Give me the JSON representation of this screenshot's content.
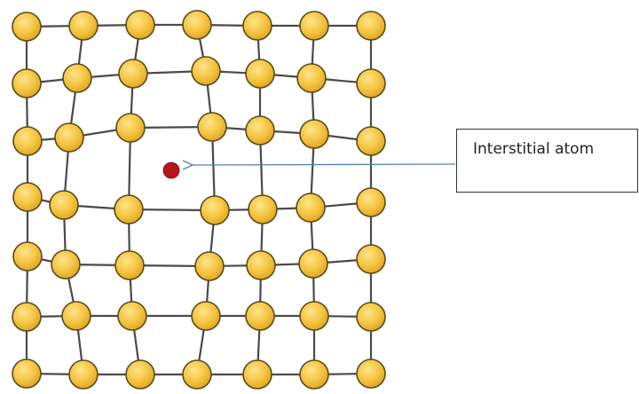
{
  "label": {
    "text": "Interstitial atom"
  },
  "colors": {
    "atom_fill": "#f5c542",
    "atom_outline": "#5a4a1a",
    "bond": "#4a4a4a",
    "interstitial": "#b8141c",
    "arrow": "#5b7fb5"
  },
  "lattice": {
    "rows": 7,
    "cols": 7
  }
}
